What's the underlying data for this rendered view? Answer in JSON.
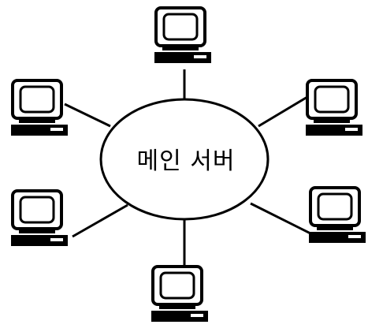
{
  "diagram": {
    "server": {
      "label": "메인 서버",
      "icon": "ellipse-server-hub"
    },
    "clients": [
      {
        "id": "top",
        "icon": "computer-icon"
      },
      {
        "id": "upper-right",
        "icon": "computer-icon"
      },
      {
        "id": "lower-right",
        "icon": "computer-icon"
      },
      {
        "id": "bottom",
        "icon": "computer-icon"
      },
      {
        "id": "lower-left",
        "icon": "computer-icon"
      },
      {
        "id": "upper-left",
        "icon": "computer-icon"
      }
    ],
    "colors": {
      "stroke": "#000000",
      "background": "#ffffff"
    }
  }
}
